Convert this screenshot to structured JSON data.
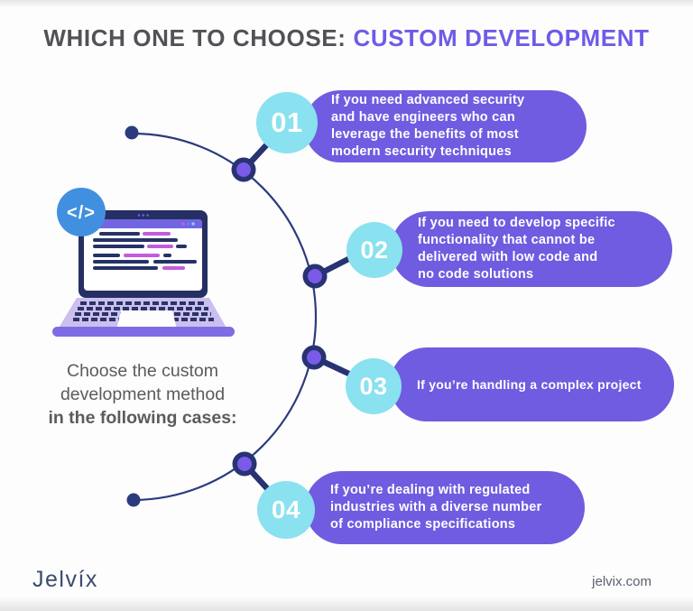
{
  "title": {
    "prefix": "WHICH ONE TO CHOOSE:",
    "highlight": "CUSTOM DEVELOPMENT"
  },
  "caption": {
    "lines": [
      "Choose the custom",
      "development method",
      "in the following cases:"
    ]
  },
  "items": [
    {
      "number": "01",
      "lines": [
        "If you need advanced security",
        "and have engineers who can",
        "leverage the benefits of most",
        "modern security techniques"
      ]
    },
    {
      "number": "02",
      "lines": [
        "If you need to develop specific",
        "functionality that cannot be",
        "delivered with low code and",
        "no code solutions"
      ]
    },
    {
      "number": "03",
      "lines": [
        "If you’re handling a complex project"
      ]
    },
    {
      "number": "04",
      "lines": [
        "If you’re dealing with regulated",
        "industries with a diverse number",
        "of compliance specifications"
      ]
    }
  ],
  "laptop": {
    "code_badge_label": "</>"
  },
  "footer": {
    "logo": "Jelvíx",
    "website": "jelvix.com"
  },
  "colors": {
    "pill_purple": "#6f5ce0",
    "circle_cyan": "#8ae1ef",
    "navy": "#2a3575",
    "node_purple": "#7a5ae8",
    "title_gray": "#515257",
    "title_purple": "#6c5ce8",
    "badge_blue": "#4190e0",
    "code_magenta": "#c55bdc",
    "laptop_lavender": "#cbbff0"
  }
}
